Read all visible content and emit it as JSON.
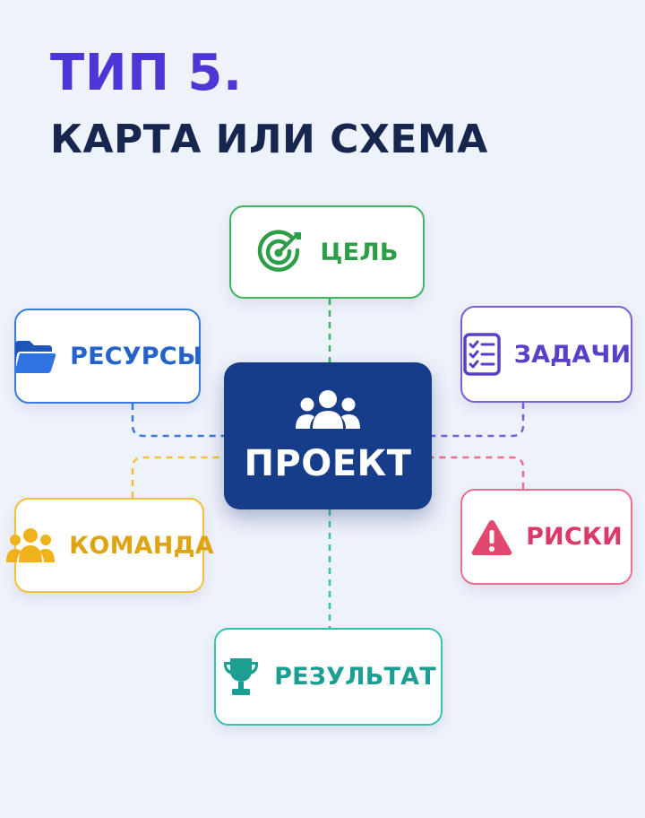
{
  "heading": {
    "line1": "ТИП 5.",
    "line2": "КАРТА ИЛИ СХЕМА"
  },
  "center": {
    "label": "ПРОЕКТ",
    "icon": "people-group-icon",
    "color": "#173c8a"
  },
  "nodes": {
    "goal": {
      "label": "ЦЕЛЬ",
      "icon": "target-icon",
      "color": "#3fb55e"
    },
    "resources": {
      "label": "РЕСУРСЫ",
      "icon": "folder-icon",
      "color": "#3a7be0"
    },
    "tasks": {
      "label": "ЗАДАЧИ",
      "icon": "checklist-icon",
      "color": "#7a5fdc"
    },
    "team": {
      "label": "КОМАНДА",
      "icon": "team-icon",
      "color": "#f2c03d"
    },
    "risks": {
      "label": "РИСКИ",
      "icon": "warning-icon",
      "color": "#ec6f92"
    },
    "result": {
      "label": "РЕЗУЛЬТАТ",
      "icon": "trophy-icon",
      "color": "#37c0b4"
    }
  },
  "colors": {
    "background": "#eef2fa",
    "heading_accent": "#4a37d6",
    "heading_dark": "#16264f"
  }
}
